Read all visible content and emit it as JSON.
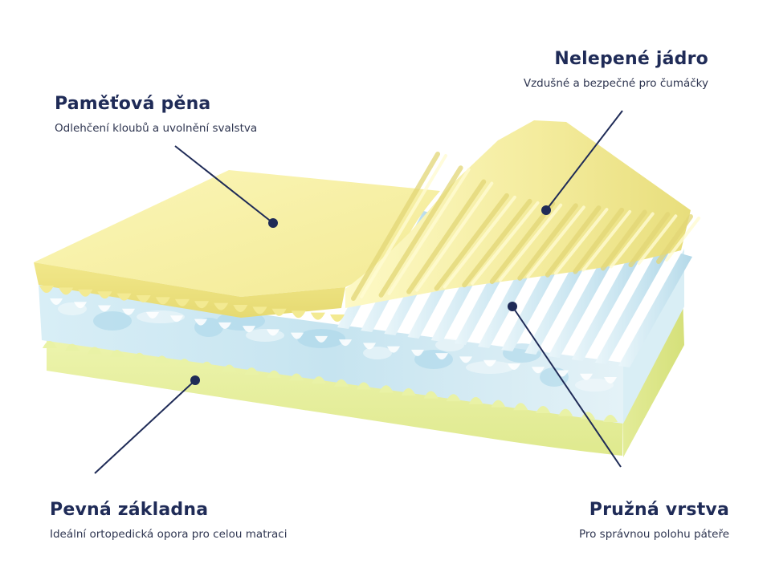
{
  "labels": {
    "memory_foam": {
      "title": "Paměťová pěna",
      "subtitle": "Odlehčení kloubů a uvolnění svalstva"
    },
    "core": {
      "title": "Nelepené jádro",
      "subtitle": "Vzdušné a bezpečné pro čumáčky"
    },
    "base": {
      "title": "Pevná základna",
      "subtitle": "Ideální ortopedická opora pro celou matraci"
    },
    "elastic": {
      "title": "Pružná vrstva",
      "subtitle": "Pro správnou polohu páteře"
    }
  },
  "colors": {
    "label_title": "#1f2b57",
    "pointer_line": "#1f2b57",
    "memory_foam_yellow": "#f5ef9c",
    "blue_foam": "#cfe9f2",
    "base_green": "#e6f09c"
  }
}
